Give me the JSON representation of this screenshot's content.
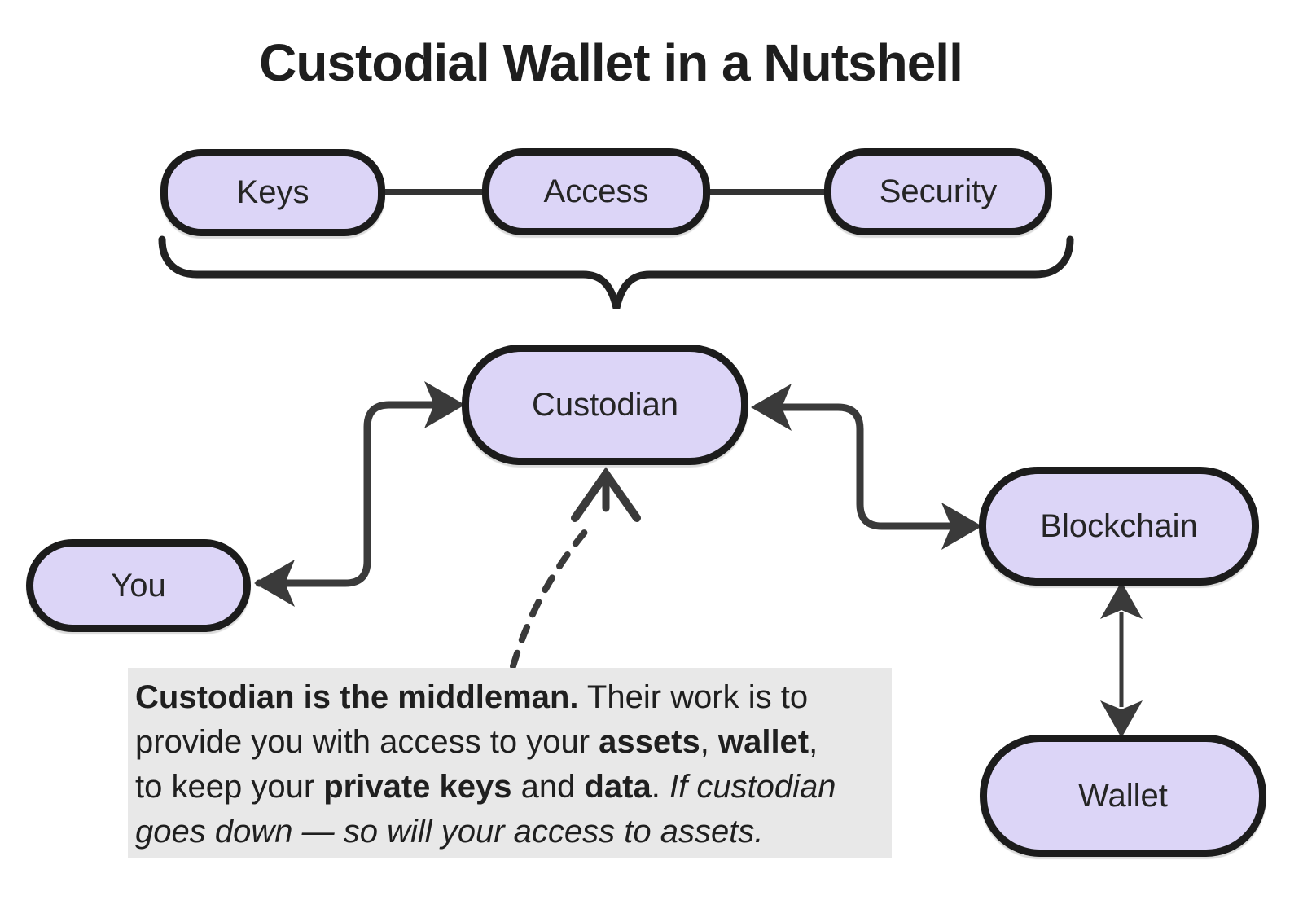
{
  "title": "Custodial Wallet in a Nutshell",
  "nodes": {
    "keys": {
      "label": "Keys"
    },
    "access": {
      "label": "Access"
    },
    "security": {
      "label": "Security"
    },
    "custodian": {
      "label": "Custodian"
    },
    "you": {
      "label": "You"
    },
    "blockchain": {
      "label": "Blockchain"
    },
    "wallet": {
      "label": "Wallet"
    }
  },
  "edges": [
    {
      "from": "Keys",
      "to": "Access",
      "style": "plain-line"
    },
    {
      "from": "Access",
      "to": "Security",
      "style": "plain-line"
    },
    {
      "from": "Keys + Access + Security",
      "to": "Custodian",
      "style": "curly-brace"
    },
    {
      "from": "You",
      "to": "Custodian",
      "style": "elbow-arrow-both-ends"
    },
    {
      "from": "Custodian",
      "to": "Blockchain",
      "style": "elbow-arrow-both-ends"
    },
    {
      "from": "Blockchain",
      "to": "Wallet",
      "style": "straight-arrow-both-ends"
    },
    {
      "from": "note",
      "to": "Custodian",
      "style": "dashed-arrow-open-head"
    }
  ],
  "note": {
    "line1_bold": "Custodian is the middleman.",
    "line1_rest": " Their work is to",
    "line2_a": "provide you with access to your ",
    "line2_b1": "assets",
    "line2_sep1": ", ",
    "line2_b2": "wallet",
    "line2_sep2": ",",
    "line3_a": "to keep your ",
    "line3_b1": "private keys",
    "line3_and": " and ",
    "line3_b2": "data",
    "line3_dot": ". ",
    "line3_ital": "If custodian",
    "line4_ital": "goes down — so will your access to assets."
  },
  "colors": {
    "node_fill": "#dcd5f7",
    "node_border": "#1c1c1c",
    "arrow": "#3a3a3a",
    "note_background": "#e8e8e8",
    "text": "#1f1f1f"
  }
}
